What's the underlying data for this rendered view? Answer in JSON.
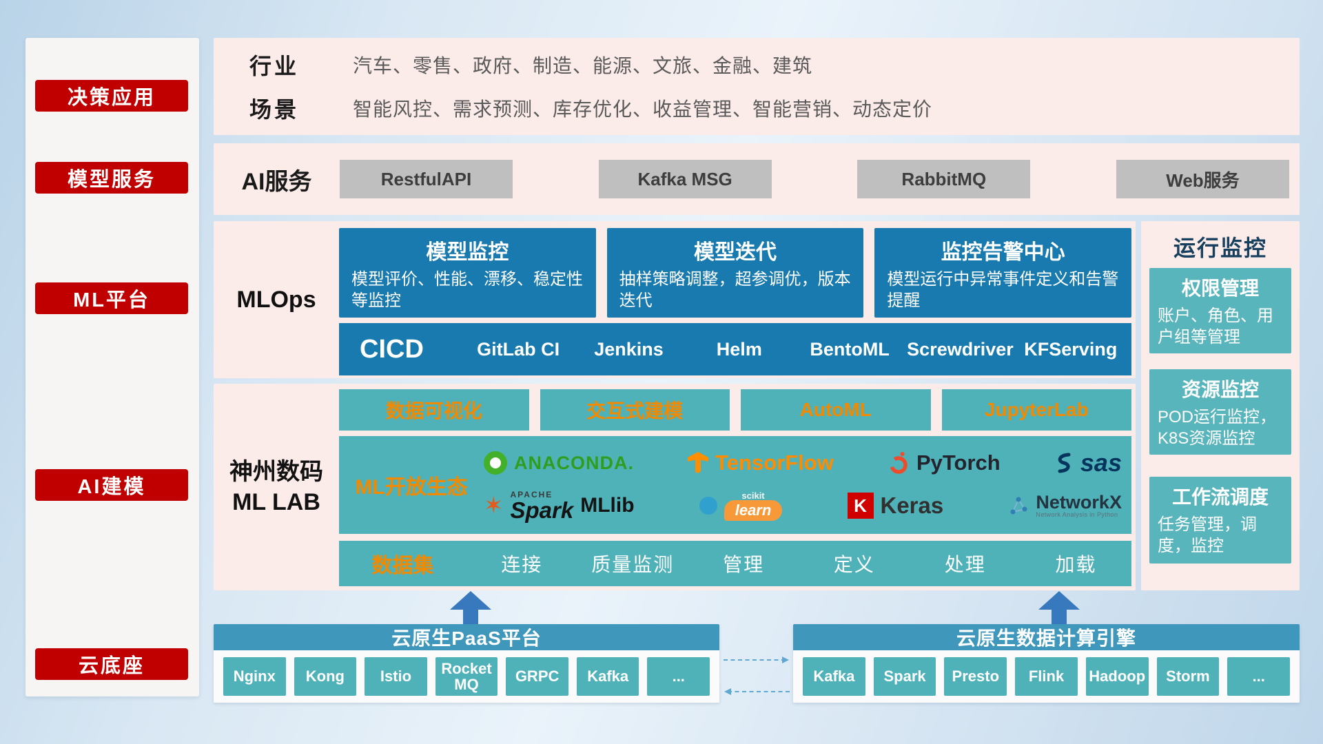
{
  "colors": {
    "red_accent": "#c00000",
    "pink_band": "#fcece9",
    "blue_card": "#187aae",
    "teal": "#4fb2b8",
    "teal_header": "#3f98bc",
    "orange_accent": "#f18a00",
    "gray_button": "#bfbfbf",
    "arrow_blue": "#3879bd"
  },
  "sidebar": {
    "items": [
      {
        "label": "决策应用"
      },
      {
        "label": "模型服务"
      },
      {
        "label": "ML平台"
      },
      {
        "label": "AI建模"
      },
      {
        "label": "云底座"
      }
    ]
  },
  "industry": {
    "rows": [
      {
        "label": "行业",
        "text": "汽车、零售、政府、制造、能源、文旅、金融、建筑"
      },
      {
        "label": "场景",
        "text": "智能风控、需求预测、库存优化、收益管理、智能营销、动态定价"
      }
    ]
  },
  "ai_service": {
    "label": "AI服务",
    "buttons": [
      "RestfulAPI",
      "Kafka MSG",
      "RabbitMQ",
      "Web服务"
    ]
  },
  "mlops": {
    "label": "MLOps",
    "cards": [
      {
        "title": "模型监控",
        "desc": "模型评价、性能、漂移、稳定性等监控"
      },
      {
        "title": "模型迭代",
        "desc": "抽样策略调整，超参调优，版本迭代"
      },
      {
        "title": "监控告警中心",
        "desc": "模型运行中异常事件定义和告警提醒"
      }
    ],
    "cicd": {
      "title": "CICD",
      "items": [
        "GitLab CI",
        "Jenkins",
        "Helm",
        "BentoML",
        "Screwdriver",
        "KFServing"
      ]
    }
  },
  "mllab": {
    "label_line1": "神州数码",
    "label_line2": "ML LAB",
    "tools": [
      "数据可视化",
      "交互式建模",
      "AutoML",
      "JupyterLab"
    ],
    "ecosystem": {
      "title": "ML开放生态",
      "logos": {
        "anaconda": "ANACONDA.",
        "tensorflow": "TensorFlow",
        "pytorch": "PyTorch",
        "sas": "sas",
        "apache": "APACHE",
        "spark": "Spark",
        "mllib": "MLlib",
        "scikit": "scikit",
        "learn": "learn",
        "keras_letter": "K",
        "keras": "Keras",
        "networkx": "NetworkX",
        "networkx_sub": "Network Analysis in Python"
      }
    },
    "dataset": {
      "title": "数据集",
      "items": [
        "连接",
        "质量监测",
        "管理",
        "定义",
        "处理",
        "加载"
      ]
    }
  },
  "monitor": {
    "title": "运行监控",
    "cards": [
      {
        "title": "权限管理",
        "desc": "账户、角色、用户组等管理"
      },
      {
        "title": "资源监控",
        "desc": "POD运行监控，K8S资源监控"
      },
      {
        "title": "工作流调度",
        "desc": "任务管理，调度，监控"
      }
    ]
  },
  "cloud": {
    "paas": {
      "title": "云原生PaaS平台",
      "items": [
        "Nginx",
        "Kong",
        "Istio",
        "RocketMQ",
        "GRPC",
        "Kafka",
        "..."
      ]
    },
    "engine": {
      "title": "云原生数据计算引擎",
      "items": [
        "Kafka",
        "Spark",
        "Presto",
        "Flink",
        "Hadoop",
        "Storm",
        "..."
      ]
    }
  }
}
